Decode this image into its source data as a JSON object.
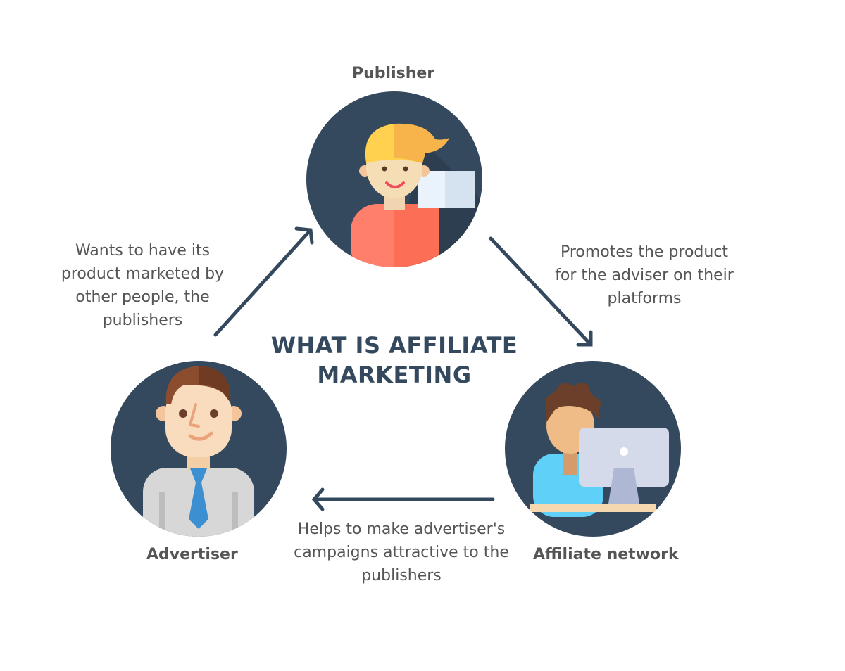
{
  "title_line1": "WHAT IS AFFILIATE",
  "title_line2": "MARKETING",
  "nodes": {
    "publisher": {
      "label": "Publisher"
    },
    "advertiser": {
      "label": "Advertiser"
    },
    "affiliate_network": {
      "label": "Affiliate network"
    }
  },
  "edges": {
    "advertiser_to_publisher": {
      "line1": "Wants to have its",
      "line2": "product marketed by",
      "line3": "other people, the",
      "line4": "publishers"
    },
    "publisher_to_network": {
      "line1": "Promotes the product",
      "line2": "for the adviser on their",
      "line3": "platforms"
    },
    "network_to_advertiser": {
      "line1": "Helps to make advertiser's",
      "line2": "campaigns attractive to the",
      "line3": "publishers"
    }
  },
  "colors": {
    "circle": "#34495e",
    "arrow": "#34495e",
    "title": "#34495e",
    "text": "#555555"
  }
}
